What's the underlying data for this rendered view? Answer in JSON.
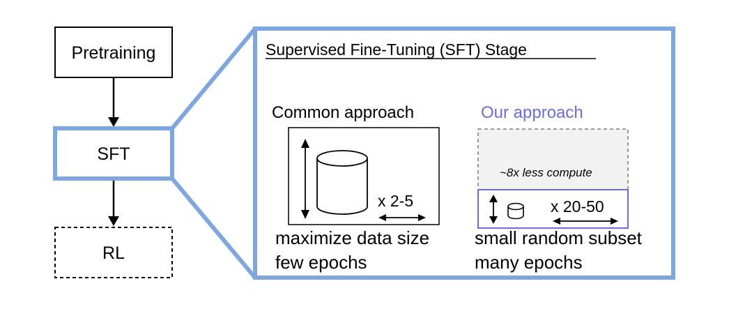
{
  "flow": {
    "pretraining": "Pretraining",
    "sft": "SFT",
    "rl": "RL"
  },
  "stage": {
    "title": "Supervised Fine-Tuning  (SFT) Stage"
  },
  "common": {
    "heading": "Common approach",
    "epochs": "x 2-5",
    "caption_line1": "maximize data size",
    "caption_line2": "few epochs"
  },
  "ours": {
    "heading": "Our approach",
    "compute_note": "~8x less compute",
    "epochs": "x 20-50",
    "caption_line1": "small random subset",
    "caption_line2": "many epochs"
  },
  "colors": {
    "highlight_blue": "#7ea6e0",
    "ours_purple": "#6b6be8",
    "compute_fill": "#f2f2f2",
    "dashed_gray": "#7a7a7a"
  }
}
